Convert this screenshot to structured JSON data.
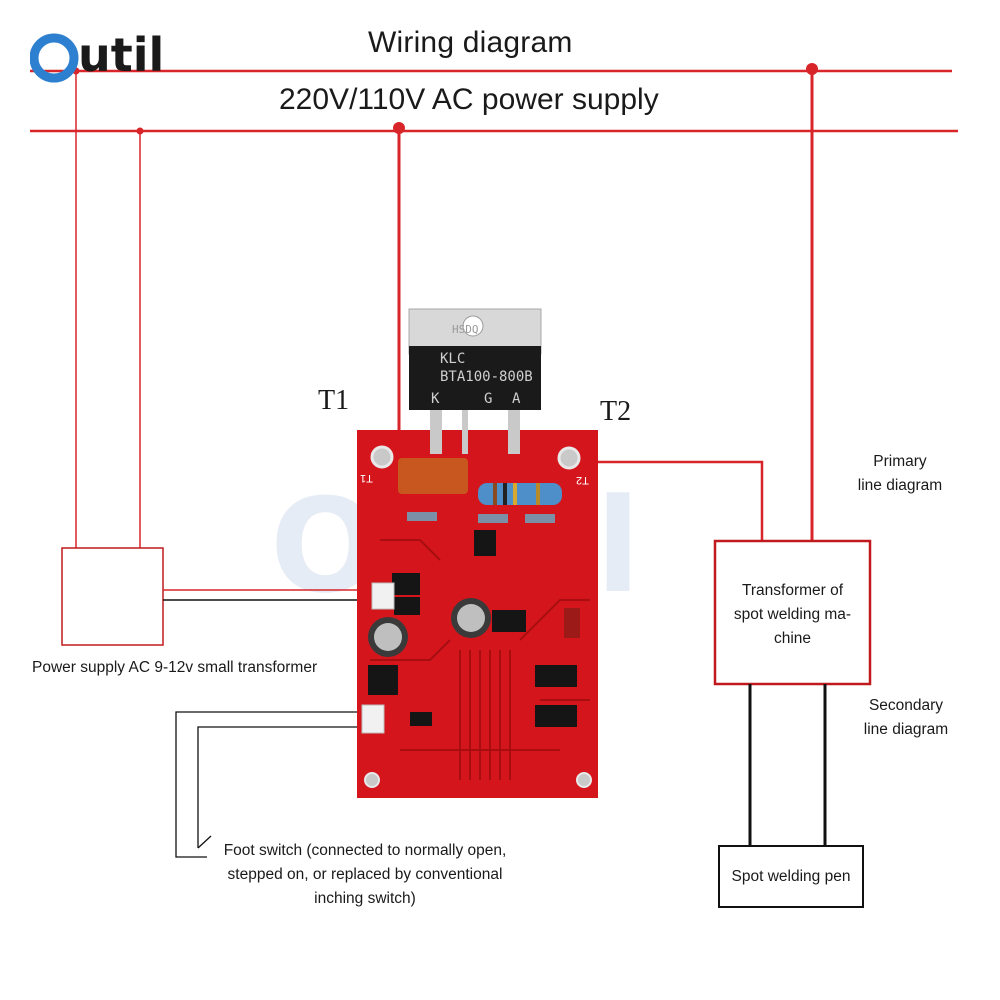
{
  "logo": {
    "letter": "O",
    "text": "util",
    "ring_color": "#2d7fd0"
  },
  "title": "Wiring diagram",
  "supply": "220V/110V AC power supply",
  "terminals": {
    "t1": "T1",
    "t2": "T2",
    "pcb_t1": "T1",
    "pcb_t2": "T2"
  },
  "triac": {
    "brand": "KLC",
    "model": "BTA100-800B",
    "top": "HSDQ",
    "pins": [
      "K",
      "G",
      "A"
    ]
  },
  "watermark": "Outil",
  "labels": {
    "small_transformer": "Power supply AC 9-12v small transformer",
    "primary": [
      "Primary",
      "line diagram"
    ],
    "secondary": [
      "Secondary",
      "line diagram"
    ],
    "welder_transformer": [
      "Transformer of",
      "spot welding ma-",
      "chine"
    ],
    "pen": "Spot welding pen",
    "foot_switch": [
      "Foot switch (connected to normally open,",
      "stepped on, or replaced by conventional",
      "inching switch)"
    ]
  },
  "colors": {
    "wire": "#d8252a",
    "pcb": "#d4161c",
    "pcb_dark": "#a80d10",
    "outline": "#c01a1f",
    "black": "#111111"
  }
}
